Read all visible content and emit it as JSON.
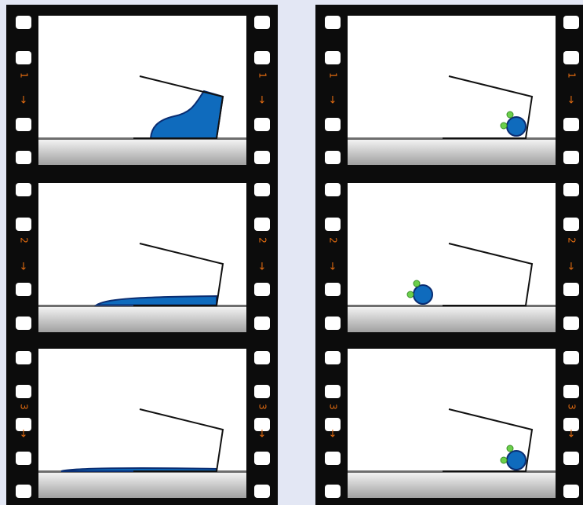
{
  "colors": {
    "background": "#e3e7f4",
    "film": "#0c0c0c",
    "frame_bg": "#ffffff",
    "floor_top": "#6e6e6e",
    "floor_light": "#f7f7f7",
    "floor_dark": "#a0a0a0",
    "fluid_fill": "#0f6bbd",
    "fluid_stroke": "#0a2d72",
    "particle_green": "#6ccf4b",
    "arrow_orange": "#e06a10",
    "line": "#111111"
  },
  "strips": [
    {
      "name": "fluid",
      "frames": [
        {
          "number": "1",
          "arrow": "↓",
          "state": "fluid-block-tilting"
        },
        {
          "number": "2",
          "arrow": "↓",
          "state": "fluid-spreading"
        },
        {
          "number": "3",
          "arrow": "↓",
          "state": "fluid-thin-film"
        }
      ]
    },
    {
      "name": "particle",
      "frames": [
        {
          "number": "1",
          "arrow": "↓",
          "state": "molecule-at-wall"
        },
        {
          "number": "2",
          "arrow": "↓",
          "state": "molecule-moved-left"
        },
        {
          "number": "3",
          "arrow": "↓",
          "state": "molecule-back-at-wall"
        }
      ]
    }
  ]
}
